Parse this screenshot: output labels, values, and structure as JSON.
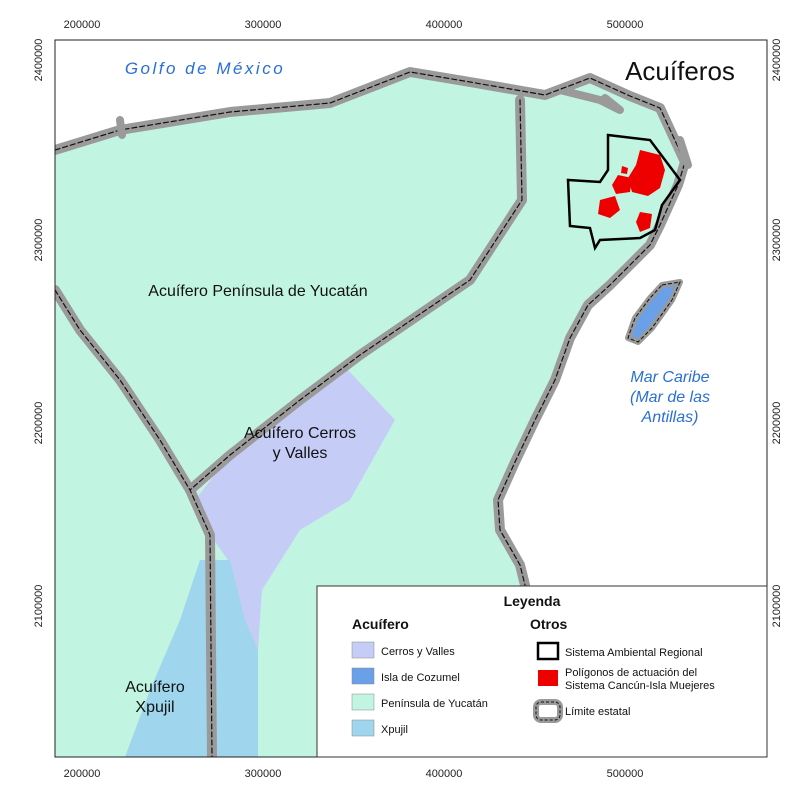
{
  "map": {
    "title": "Acuíferos",
    "axis_ticks": {
      "x": [
        "200000",
        "300000",
        "400000",
        "500000"
      ],
      "y": [
        "2400000",
        "2300000",
        "2200000",
        "2100000"
      ]
    },
    "sea_labels": {
      "gulf": "Golfo de México",
      "caribbean_1": "Mar Caribe",
      "caribbean_2": "(Mar de las",
      "caribbean_3": "Antillas)"
    },
    "aquifer_labels": {
      "peninsula": "Acuífero Península de Yucatán",
      "cerros_1": "Acuífero Cerros",
      "cerros_2": "y Valles",
      "xpujil_1": "Acuífero",
      "xpujil_2": "Xpujil"
    },
    "colors": {
      "peninsula": "#c2f5e1",
      "cerros": "#c5cdf7",
      "cozumel": "#6aa0e8",
      "xpujil": "#9fd6ee",
      "action_polygons": "#ee0000",
      "state_limit": "#9a9a9a",
      "sea_text": "#2a6fd6"
    }
  },
  "legend": {
    "title": "Leyenda",
    "col1_head": "Acuífero",
    "col2_head": "Otros",
    "items1": [
      "Cerros y Valles",
      "Isla de Cozumel",
      "Península de Yucatán",
      "Xpujil"
    ],
    "items2": [
      "Sistema Ambiental Regional",
      "Polígonos de actuación del",
      "Sistema Cancún-Isla Muejeres",
      "Límite estatal"
    ]
  }
}
